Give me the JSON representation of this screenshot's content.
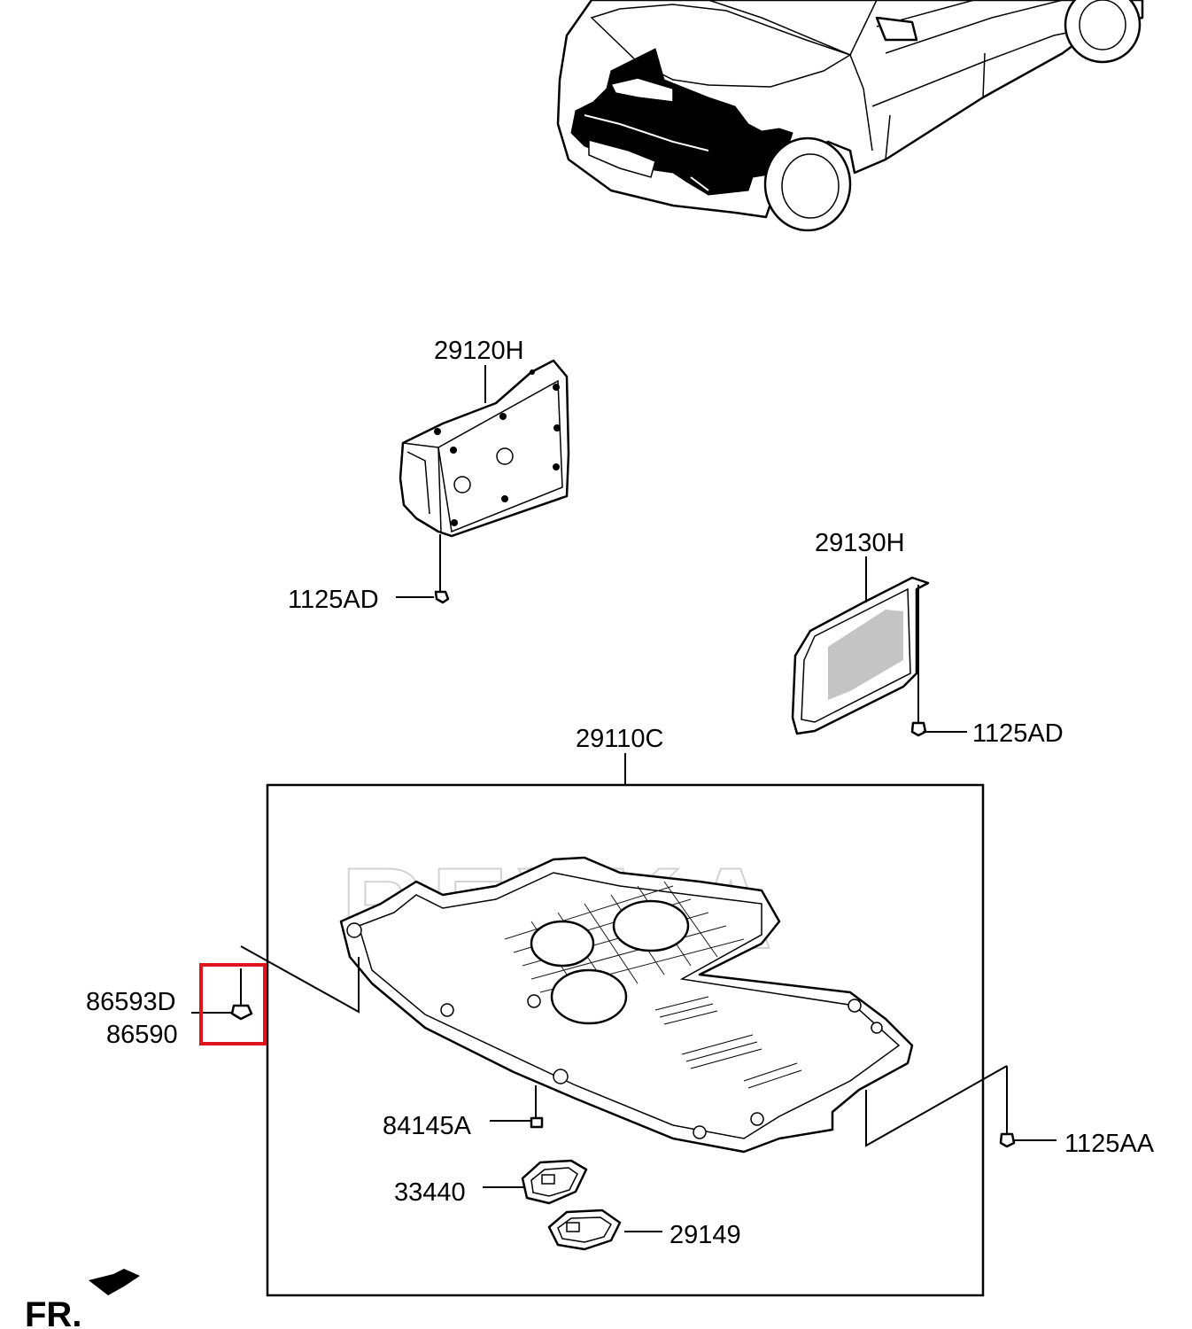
{
  "callouts": {
    "p29120H": "29120H",
    "p1125AD_top": "1125AD",
    "p29130H": "29130H",
    "p1125AD_right": "1125AD",
    "p29110C": "29110C",
    "p86593D": "86593D",
    "p86590": "86590",
    "p84145A": "84145A",
    "p1125AA": "1125AA",
    "p33440": "33440",
    "p29149": "29149"
  },
  "direction_label": "FR.",
  "watermark": "REXKA",
  "highlight": {
    "color": "#e0141e",
    "target": "86593D / 86590"
  }
}
